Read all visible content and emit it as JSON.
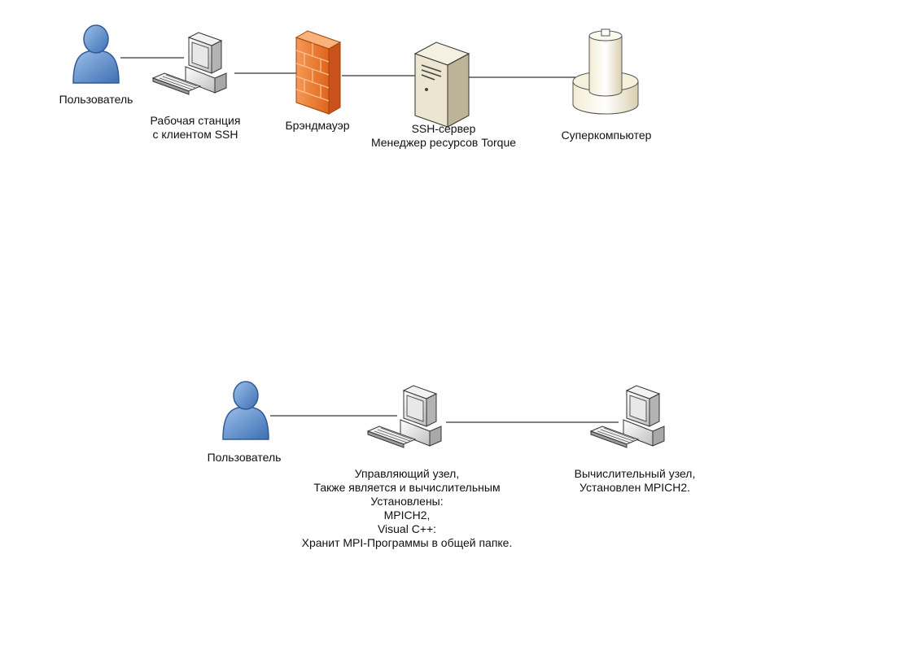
{
  "diagram_top": {
    "user": {
      "label": "Пользователь",
      "icon": "user-icon"
    },
    "workstation": {
      "lines": [
        "Рабочая станция",
        "с клиентом SSH"
      ],
      "icon": "workstation-icon"
    },
    "firewall": {
      "label": "Брэндмауэр",
      "icon": "firewall-icon"
    },
    "ssh_server": {
      "lines": [
        "SSH-сервер",
        "Менеджер ресурсов Torque"
      ],
      "icon": "server-icon"
    },
    "supercomputer": {
      "label": "Суперкомпьютер",
      "icon": "supercomputer-icon"
    }
  },
  "diagram_bottom": {
    "user": {
      "label": "Пользователь",
      "icon": "user-icon"
    },
    "control_node": {
      "lines": [
        "Управляющий узел,",
        "Также является и вычислительным",
        "Установлены:",
        "MPICH2,",
        "Visual C++:",
        "Хранит MPI-Программы в общей папке."
      ],
      "icon": "workstation-icon"
    },
    "compute_node": {
      "lines": [
        "Вычислительный узел,",
        "Установлен MPICH2."
      ],
      "icon": "workstation-icon"
    }
  },
  "colors": {
    "user_blue": "#4f7fc0",
    "firewall_orange": "#f07a30",
    "device_gray": "#d9d9d9",
    "link": "#000000"
  }
}
